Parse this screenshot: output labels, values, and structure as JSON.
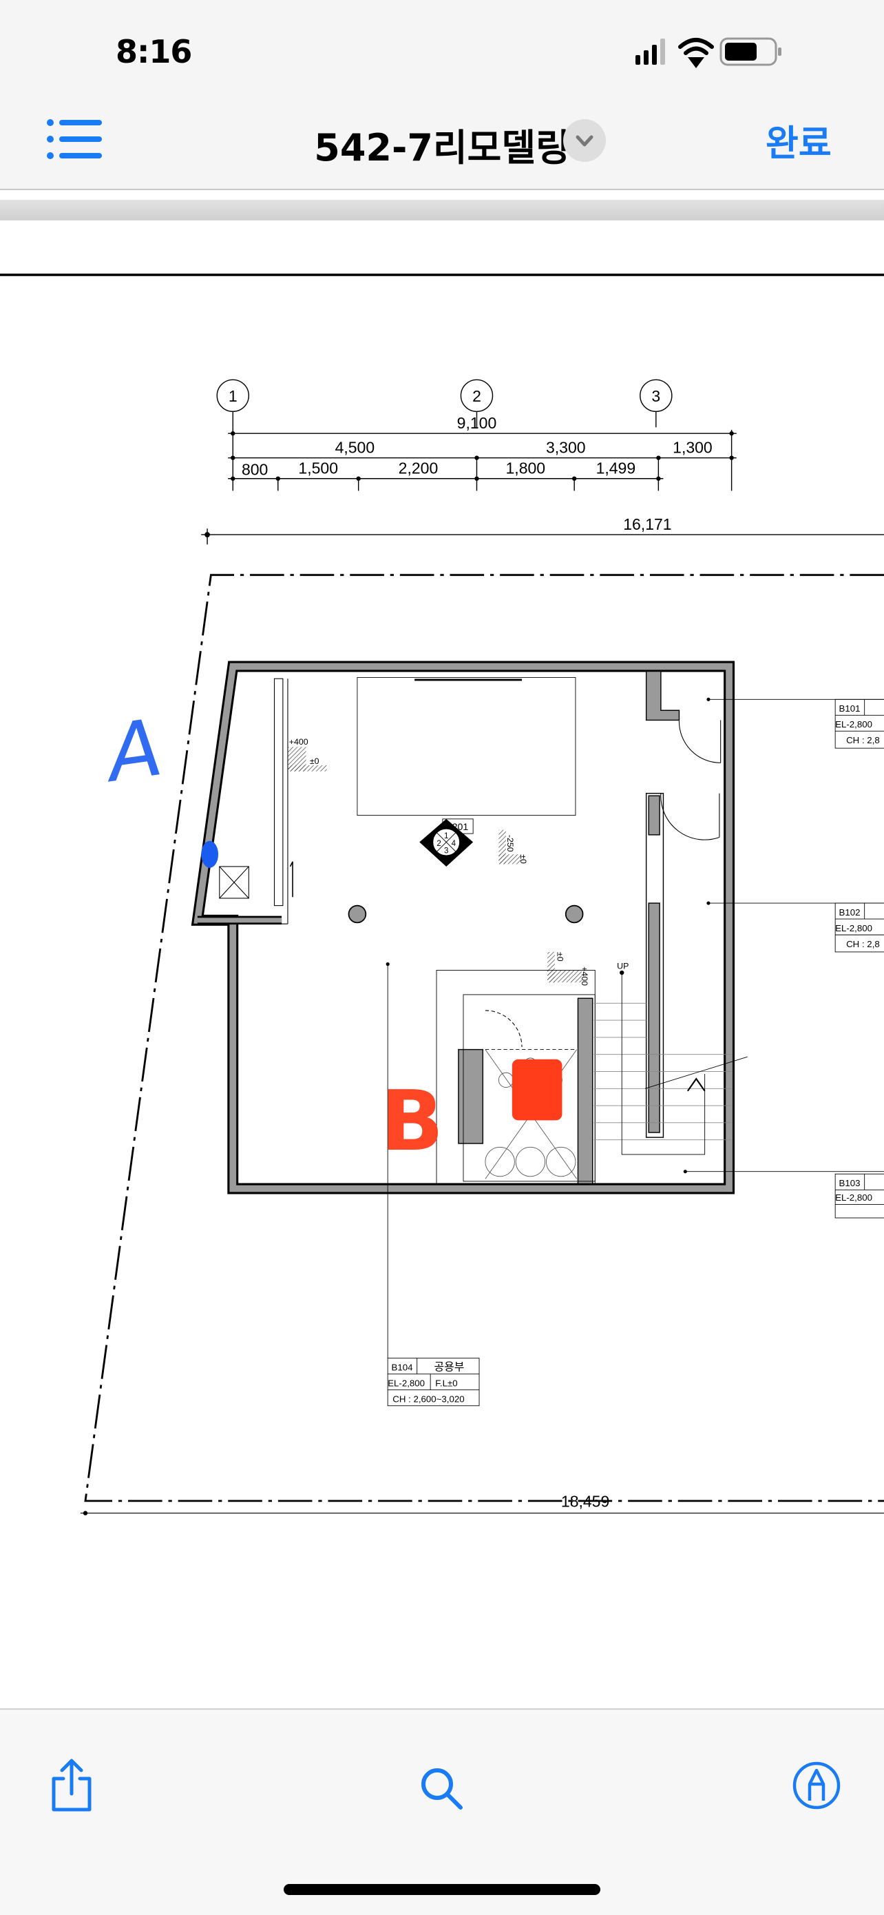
{
  "status_bar": {
    "time": "8:16"
  },
  "nav": {
    "title": "542-7리모델링",
    "done_label": "완료"
  },
  "drawing": {
    "grid_bubbles": [
      "1",
      "2",
      "3"
    ],
    "dimensions": {
      "total_top": "9,100",
      "row2": [
        "4,500",
        "3,300",
        "1,300"
      ],
      "row3": [
        "800",
        "1,500",
        "2,200",
        "1,800",
        "1,499"
      ],
      "site_top": "16,171",
      "site_bottom": "18,459"
    },
    "tag_i201": "I-201",
    "section_numbers": [
      "1",
      "2",
      "3",
      "4"
    ],
    "levels": [
      "+400",
      "±0",
      "-250",
      "±0",
      "±0",
      "+400"
    ],
    "stair_label": "UP",
    "rooms": {
      "b101": {
        "id": "B101",
        "el": "EL-2,800",
        "ch": "CH : 2,8"
      },
      "b102": {
        "id": "B102",
        "el": "EL-2,800",
        "ch": "CH : 2,8"
      },
      "b103": {
        "id": "B103",
        "el": "EL-2,800"
      },
      "b104": {
        "id": "B104",
        "name": "공용부",
        "el": "EL-2,800",
        "fl": "F.L±0",
        "ch": "CH : 2,600~3,020"
      }
    },
    "annotations": {
      "a": "A",
      "b": "B",
      "a_color": "#1a5cf0",
      "b_color": "#ff3d1a"
    }
  },
  "toolbar": {
    "icons": [
      "share-icon",
      "search-icon",
      "markup-icon"
    ],
    "accent": "#1a7cf5"
  }
}
